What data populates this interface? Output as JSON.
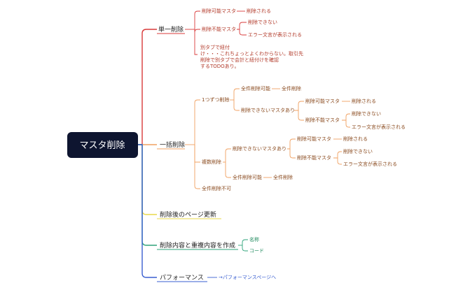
{
  "colors": {
    "root_bg": "#0e1530",
    "root_text": "#ffffff",
    "red": "#d93a3a",
    "red_text": "#b23a2a",
    "orange": "#f0a060",
    "orange_text": "#8a4a1e",
    "yellow": "#e8d84a",
    "green": "#2ea37a",
    "green_text": "#1f8a5e",
    "blue": "#3a5fd0",
    "dark_text": "#222222"
  },
  "root": {
    "label": "マスタ削除"
  },
  "single": {
    "label": "単一削除",
    "deletable": {
      "label": "削除可能マスタ",
      "result": "削除される"
    },
    "undeletable": {
      "label": "削除不能マスタ",
      "result1": "削除できない",
      "result2": "エラー文言が表示される"
    },
    "note": {
      "line1": "別タブで紐付",
      "line2": "け・・・これちょっとよくわからない。取引先",
      "line3": "削除で別タブで会計と紐付けを確認",
      "line4": "するTODOあり。"
    }
  },
  "bulk": {
    "label": "一括削除",
    "one_by_one": {
      "label": "1つずつ削除",
      "all_deletable": {
        "label": "全件削除可能",
        "result": "全件削除"
      },
      "has_undeletable": {
        "label": "削除できないマスタあり",
        "deletable": {
          "label": "削除可能マスタ",
          "result": "削除される"
        },
        "undeletable": {
          "label": "削除不能マスタ",
          "result1": "削除できない",
          "result2": "エラー文言が表示される"
        }
      }
    },
    "multiple": {
      "label": "複数削除",
      "has_undeletable": {
        "label": "削除できないマスタあり",
        "deletable": {
          "label": "削除可能マスタ",
          "result": "削除される"
        },
        "undeletable": {
          "label": "削除不能マスタ",
          "result1": "削除できない",
          "result2": "エラー文言が表示される"
        }
      },
      "all_deletable": {
        "label": "全件削除可能",
        "result": "全件削除"
      }
    },
    "all_undeletable": {
      "label": "全件削除不可"
    }
  },
  "page_update": {
    "label": "削除後のページ更新"
  },
  "create": {
    "label": "削除内容と重複内容を作成",
    "name": "名称",
    "code": "コード"
  },
  "performance": {
    "label": "パフォーマンス",
    "link": "→パフォーマンスページへ"
  }
}
